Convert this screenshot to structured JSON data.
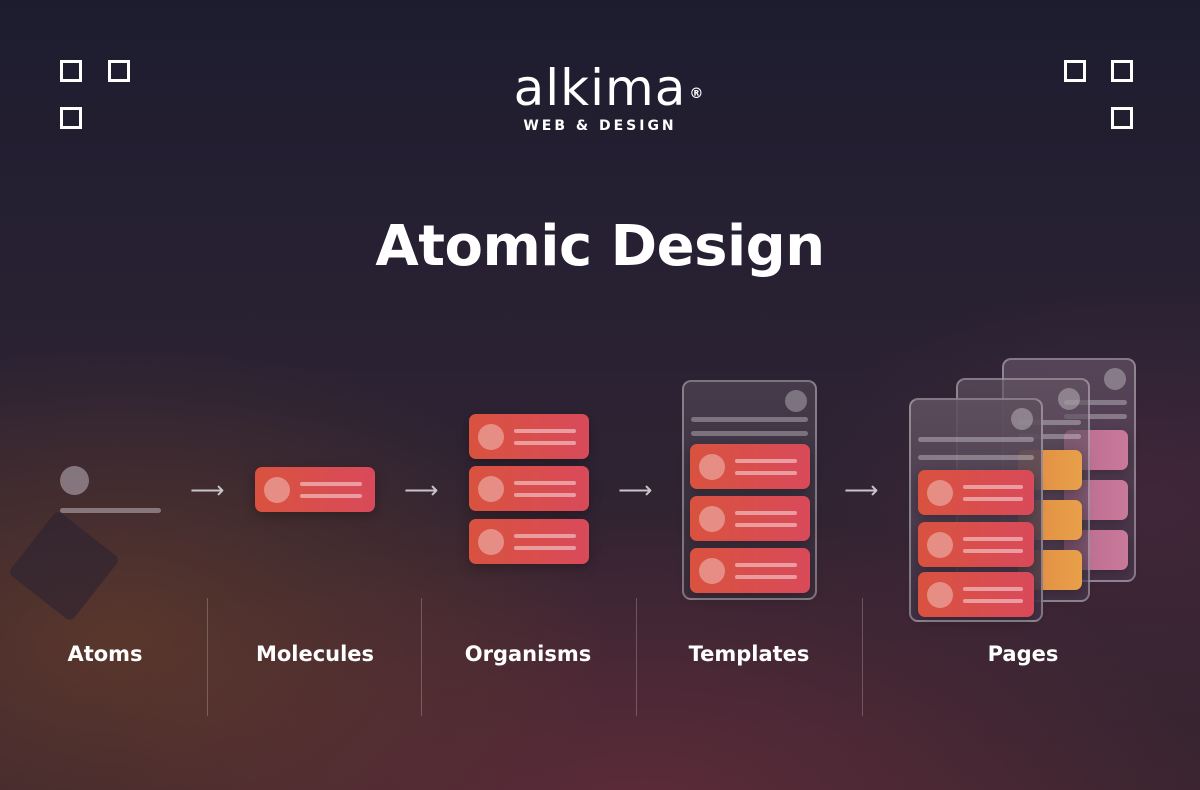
{
  "brand": {
    "name": "alkima",
    "registered_mark": "®",
    "tagline": "WEB & DESIGN"
  },
  "title": "Atomic Design",
  "stages": [
    {
      "label": "Atoms"
    },
    {
      "label": "Molecules"
    },
    {
      "label": "Organisms"
    },
    {
      "label": "Templates"
    },
    {
      "label": "Pages"
    }
  ],
  "arrow_glyph": "⟶",
  "colors": {
    "background": "#1d1c2f",
    "accent_red": "#d9523f",
    "accent_pink": "#d94a5a",
    "accent_orange": "#e8a04a",
    "accent_rose": "#c97a9a",
    "text": "#ffffff"
  },
  "icons": [
    "corner-grid-icon"
  ]
}
